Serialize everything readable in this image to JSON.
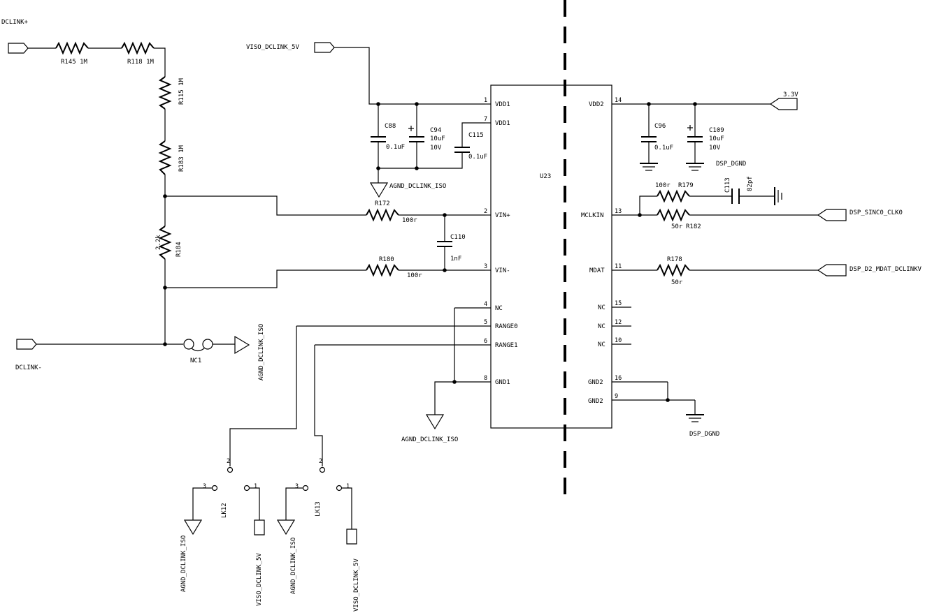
{
  "nets": {
    "dclink_pos": "DCLINK+",
    "dclink_neg": "DCLINK-",
    "viso_top": "VISO_DCLINK_5V",
    "v33": "3.3V",
    "agnd_top": "AGND_DCLINK_ISO",
    "agnd_bottom": "AGND_DCLINK_ISO",
    "agnd_vertical": "AGND_DCLINK_ISO",
    "dsp_dgnd_top": "DSP_DGND",
    "dsp_dgnd_bottom": "DSP_DGND",
    "sinc_clk": "DSP_SINC0_CLK0",
    "mdat": "DSP_D2_MDAT_DCLINKV",
    "lk12_agnd": "AGND_DCLINK_ISO",
    "lk12_viso": "VISO_DCLINK_5V",
    "lk13_agnd": "AGND_DCLINK_ISO",
    "lk13_viso": "VISO_DCLINK_5V"
  },
  "resistors": {
    "r145": "R145 1M",
    "r118": "R118 1M",
    "r115": "R115 1M",
    "r183": "R183 1M",
    "r184_val": "2.2k",
    "r184_ref": "R184",
    "r172_ref": "R172",
    "r172_val": "100r",
    "r180_ref": "R180",
    "r180_val": "100r",
    "r179_val": "100r",
    "r179_ref": "R179",
    "r182_val": "50r",
    "r182_ref": "R182",
    "r178_ref": "R178",
    "r178_val": "50r"
  },
  "capacitors": {
    "c88_ref": "C88",
    "c88_val": "0.1uF",
    "c94_ref": "C94",
    "c94_val": "10uF",
    "c94_volt": "10V",
    "c115_ref": "C115",
    "c115_val": "0.1uF",
    "c110_ref": "C110",
    "c110_val": "1nF",
    "c96_ref": "C96",
    "c96_val": "0.1uF",
    "c109_ref": "C109",
    "c109_val": "10uF",
    "c109_volt": "10V",
    "c113_ref": "C113",
    "c113_val": "82pf"
  },
  "other_parts": {
    "nc1": "NC1",
    "lk12": "LK12",
    "lk13": "LK13",
    "u23": "U23"
  },
  "link_pins": {
    "p1": "1",
    "p2": "2",
    "p3": "3"
  },
  "ic": {
    "left_pins": [
      {
        "num": "1",
        "name": "VDD1"
      },
      {
        "num": "7",
        "name": "VDD1"
      },
      {
        "num": "2",
        "name": "VIN+"
      },
      {
        "num": "3",
        "name": "VIN-"
      },
      {
        "num": "4",
        "name": "NC"
      },
      {
        "num": "5",
        "name": "RANGE0"
      },
      {
        "num": "6",
        "name": "RANGE1"
      },
      {
        "num": "8",
        "name": "GND1"
      }
    ],
    "right_pins": [
      {
        "num": "14",
        "name": "VDD2"
      },
      {
        "num": "13",
        "name": "MCLKIN"
      },
      {
        "num": "11",
        "name": "MDAT"
      },
      {
        "num": "15",
        "name": "NC"
      },
      {
        "num": "12",
        "name": "NC"
      },
      {
        "num": "10",
        "name": "NC"
      },
      {
        "num": "16",
        "name": "GND2"
      },
      {
        "num": "9",
        "name": "GND2"
      }
    ]
  }
}
